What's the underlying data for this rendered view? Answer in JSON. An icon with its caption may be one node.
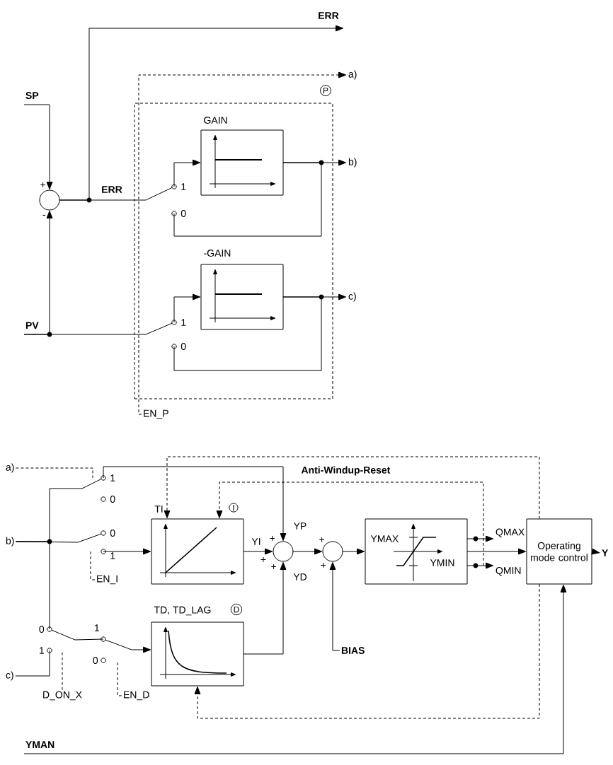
{
  "diagram": {
    "nodes": [
      {
        "text": [
          "SP"
        ]
      },
      {
        "text": [
          "PV"
        ]
      },
      {
        "text": [],
        "shape": "circle",
        "beside": [
          "+",
          "-"
        ]
      },
      {
        "text": [
          "P"
        ]
      },
      {
        "text": [],
        "shape": "switch",
        "beside": [
          "1",
          "0"
        ],
        "in": 3
      },
      {
        "text": [
          "GAIN"
        ],
        "in": 3
      },
      {
        "text": [],
        "shape": "switch",
        "beside": [
          "1",
          "0"
        ],
        "in": 3
      },
      {
        "text": [
          "-GAIN"
        ],
        "in": 3
      },
      {
        "text": [
          "EN_P"
        ]
      },
      {
        "text": [
          "a)"
        ]
      },
      {
        "text": [
          "b)"
        ]
      },
      {
        "text": [
          "c)"
        ]
      },
      {
        "text": [
          "a)"
        ]
      },
      {
        "text": [
          "b)"
        ]
      },
      {
        "text": [
          "c)"
        ]
      },
      {
        "text": [],
        "shape": "switch",
        "beside": [
          "1",
          "0"
        ]
      },
      {
        "text": [],
        "shape": "switch",
        "beside": [
          "0",
          "1"
        ]
      },
      {
        "text": [],
        "shape": "switch",
        "beside": [
          "0",
          "1"
        ]
      },
      {
        "text": [],
        "shape": "switch",
        "beside": [
          "1",
          "0"
        ]
      },
      {
        "text": [
          "EN_I"
        ]
      },
      {
        "text": [
          "D_ON_X"
        ]
      },
      {
        "text": [
          "EN_D"
        ]
      },
      {
        "text": [
          "I"
        ],
        "beside": [
          "TI"
        ]
      },
      {
        "text": [
          "TD, TD_LAG",
          "D"
        ]
      },
      {
        "text": [],
        "shape": "circle",
        "beside": [
          "+",
          "+",
          "+"
        ]
      },
      {
        "text": [],
        "shape": "circle",
        "beside": [
          "+",
          "+"
        ]
      },
      {
        "text": [
          "BIAS"
        ]
      },
      {
        "text": [
          "YMAX",
          "YMIN"
        ]
      },
      {
        "text": [
          "QMAX"
        ]
      },
      {
        "text": [
          "QMIN"
        ]
      },
      {
        "text": [
          "Operating mode control"
        ]
      },
      {
        "text": [
          "Y"
        ]
      },
      {
        "text": [
          "YMAN"
        ]
      }
    ],
    "edges": [
      {
        "from": 0,
        "to": 2,
        "arrow": "to"
      },
      {
        "from": 1,
        "to": 2,
        "arrow": "to"
      },
      {
        "from": 1,
        "to": 6,
        "arrow": "none"
      },
      {
        "from": 2,
        "to": 4,
        "arrow": "none",
        "label": "ERR"
      },
      {
        "from": 2,
        "to": null,
        "arrow": "to",
        "label": "ERR"
      },
      {
        "from": 4,
        "to": 5,
        "arrow": "to"
      },
      {
        "from": 5,
        "to": 10,
        "arrow": "to"
      },
      {
        "from": 5,
        "to": 4,
        "arrow": "none"
      },
      {
        "from": 6,
        "to": 7,
        "arrow": "to"
      },
      {
        "from": 7,
        "to": 11,
        "arrow": "to"
      },
      {
        "from": 7,
        "to": 6,
        "arrow": "none"
      },
      {
        "from": 8,
        "to": 9,
        "arrow": "to",
        "style": "dashed"
      },
      {
        "from": 12,
        "to": 15,
        "arrow": "none",
        "style": "dashed"
      },
      {
        "from": 15,
        "to": 24,
        "arrow": "to",
        "label": "YP"
      },
      {
        "from": 13,
        "to": 16,
        "arrow": "none"
      },
      {
        "from": 16,
        "to": 22,
        "arrow": "to"
      },
      {
        "from": 13,
        "to": 15,
        "arrow": "none"
      },
      {
        "from": 13,
        "to": 17,
        "arrow": "none"
      },
      {
        "from": 14,
        "to": 17,
        "arrow": "none"
      },
      {
        "from": 17,
        "to": 18,
        "arrow": "none"
      },
      {
        "from": 18,
        "to": 23,
        "arrow": "to"
      },
      {
        "from": 19,
        "to": 16,
        "arrow": "none",
        "style": "dashed"
      },
      {
        "from": 20,
        "to": 17,
        "arrow": "none",
        "style": "dashed"
      },
      {
        "from": 21,
        "to": 18,
        "arrow": "none",
        "style": "dashed"
      },
      {
        "from": 22,
        "to": 24,
        "arrow": "to",
        "label": "YI"
      },
      {
        "from": 23,
        "to": 24,
        "arrow": "to",
        "label": "YD"
      },
      {
        "from": 24,
        "to": 25,
        "arrow": "to"
      },
      {
        "from": 26,
        "to": 25,
        "arrow": "to"
      },
      {
        "from": 25,
        "to": 27,
        "arrow": "to"
      },
      {
        "from": 27,
        "to": 30,
        "arrow": "to"
      },
      {
        "from": 27,
        "to": 28,
        "arrow": "to"
      },
      {
        "from": 27,
        "to": 29,
        "arrow": "to"
      },
      {
        "from": 30,
        "to": 31,
        "arrow": "to"
      },
      {
        "from": 32,
        "to": 30,
        "arrow": "to"
      },
      {
        "from": 27,
        "to": 22,
        "arrow": "to",
        "style": "dashed"
      },
      {
        "from": 30,
        "to": 22,
        "arrow": "to",
        "style": "dashed"
      },
      {
        "from": 30,
        "to": 23,
        "arrow": "to",
        "style": "dashed"
      }
    ],
    "labels": [
      "Anti-Windup-Reset"
    ]
  }
}
